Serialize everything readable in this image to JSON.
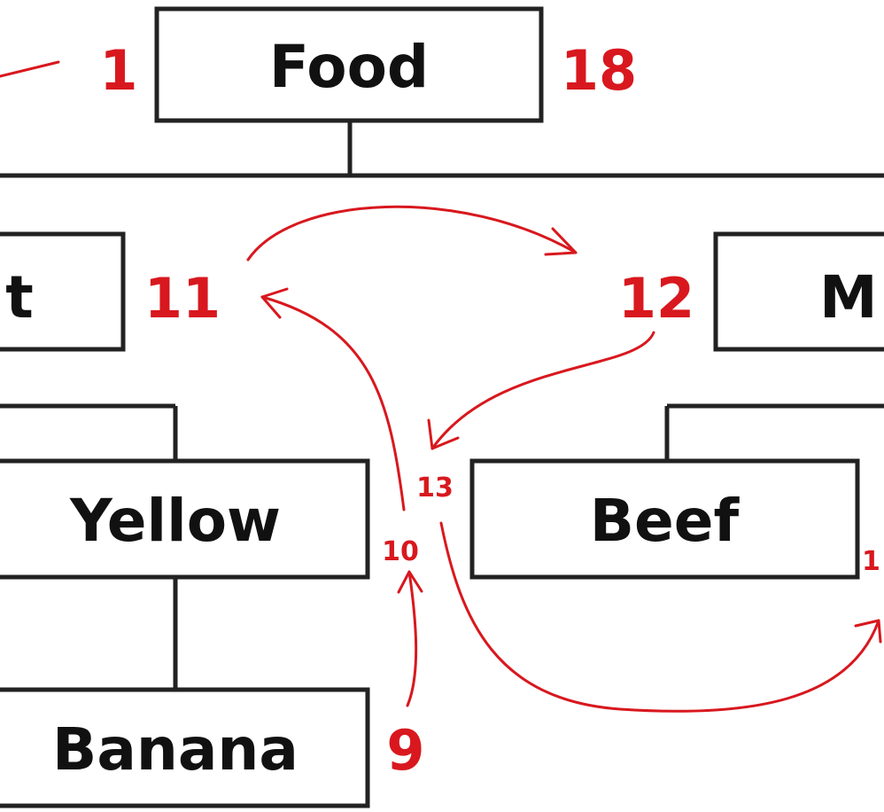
{
  "nodes": {
    "food": "Food",
    "fruit_partial": "t",
    "meat_partial": "M",
    "yellow": "Yellow",
    "beef": "Beef",
    "banana": "Banana"
  },
  "steps": {
    "s1": "1",
    "s18": "18",
    "s11": "11",
    "s12": "12",
    "s13": "13",
    "s10": "10",
    "s9": "9",
    "s1x_partial": "1"
  },
  "colors": {
    "annotation": "#d8181e",
    "box_stroke": "#222222"
  }
}
